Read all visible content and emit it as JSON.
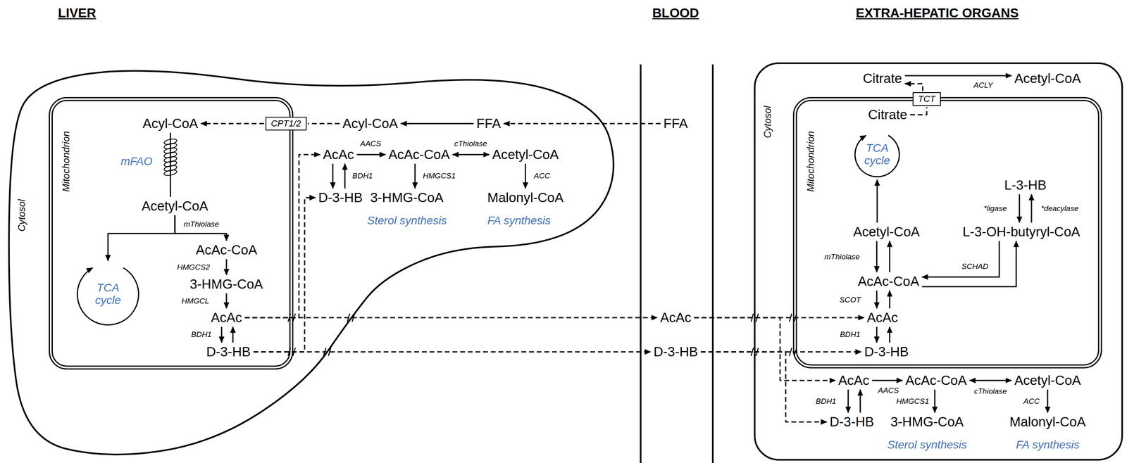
{
  "diagram": {
    "nodes": [
      {
        "text": [
          "LIVER",
          "Cytosol"
        ]
      },
      {
        "text": [
          "Mitochondrion"
        ],
        "in": 0
      },
      {
        "text": [
          "Acyl-CoA"
        ],
        "in": 1
      },
      {
        "text": [
          "Acetyl-CoA"
        ],
        "in": 1
      },
      {
        "text": [
          "TCA cycle"
        ],
        "in": 1
      },
      {
        "text": [
          "AcAc-CoA"
        ],
        "in": 1
      },
      {
        "text": [
          "3-HMG-CoA"
        ],
        "in": 1
      },
      {
        "text": [
          "AcAc"
        ],
        "in": 1
      },
      {
        "text": [
          "D-3-HB"
        ],
        "in": 1
      },
      {
        "text": [
          "CPT1/2"
        ],
        "in": 0
      },
      {
        "text": [
          "Acyl-CoA"
        ],
        "in": 0
      },
      {
        "text": [
          "FFA"
        ],
        "in": 0
      },
      {
        "text": [
          "AcAc"
        ],
        "in": 0
      },
      {
        "text": [
          "AcAc-CoA"
        ],
        "in": 0
      },
      {
        "text": [
          "Acetyl-CoA"
        ],
        "in": 0
      },
      {
        "text": [
          "D-3-HB"
        ],
        "in": 0
      },
      {
        "text": [
          "3-HMG-CoA"
        ],
        "in": 0
      },
      {
        "text": [
          "Malonyl-CoA"
        ],
        "in": 0
      },
      {
        "text": [
          "BLOOD"
        ]
      },
      {
        "text": [
          "FFA"
        ],
        "in": 18
      },
      {
        "text": [
          "AcAc"
        ],
        "in": 18
      },
      {
        "text": [
          "D-3-HB"
        ],
        "in": 18
      },
      {
        "text": [
          "EXTRA-HEPATIC ORGANS",
          "Cytosol"
        ]
      },
      {
        "text": [
          "Citrate"
        ],
        "in": 22
      },
      {
        "text": [
          "Acetyl-CoA"
        ],
        "in": 22
      },
      {
        "text": [
          "Mitochondrion"
        ],
        "in": 22
      },
      {
        "text": [
          "TCT"
        ],
        "in": 22
      },
      {
        "text": [
          "Citrate"
        ],
        "in": 25
      },
      {
        "text": [
          "TCA cycle"
        ],
        "in": 25
      },
      {
        "text": [
          "Acetyl-CoA"
        ],
        "in": 25
      },
      {
        "text": [
          "AcAc-CoA"
        ],
        "in": 25
      },
      {
        "text": [
          "AcAc"
        ],
        "in": 25
      },
      {
        "text": [
          "D-3-HB"
        ],
        "in": 25
      },
      {
        "text": [
          "L-3-HB"
        ],
        "in": 25
      },
      {
        "text": [
          "L-3-OH-butyryl-CoA"
        ],
        "in": 25
      },
      {
        "text": [
          "AcAc"
        ],
        "in": 22
      },
      {
        "text": [
          "AcAc-CoA"
        ],
        "in": 22
      },
      {
        "text": [
          "Acetyl-CoA"
        ],
        "in": 22
      },
      {
        "text": [
          "D-3-HB"
        ],
        "in": 22
      },
      {
        "text": [
          "3-HMG-CoA"
        ],
        "in": 22
      },
      {
        "text": [
          "Malonyl-CoA"
        ],
        "in": 22
      }
    ],
    "edges": [
      {
        "from": 19,
        "to": 11,
        "arrow": "to"
      },
      {
        "from": 11,
        "to": 10,
        "arrow": "to"
      },
      {
        "from": 10,
        "to": 9,
        "arrow": "none"
      },
      {
        "from": 9,
        "to": 2,
        "arrow": "to"
      },
      {
        "from": 2,
        "to": 3,
        "label": "mFAO",
        "arrow": "none"
      },
      {
        "from": 3,
        "to": 4,
        "arrow": "to"
      },
      {
        "from": 3,
        "to": 5,
        "label": "mThiolase",
        "arrow": "to"
      },
      {
        "from": 5,
        "to": 6,
        "label": "HMGCS2",
        "arrow": "to"
      },
      {
        "from": 6,
        "to": 7,
        "label": "HMGCL",
        "arrow": "to"
      },
      {
        "from": 7,
        "to": 8,
        "label": "BDH1",
        "arrow": "to"
      },
      {
        "from": 8,
        "to": 7,
        "arrow": "to"
      },
      {
        "from": 7,
        "to": 20,
        "arrow": "to"
      },
      {
        "from": 8,
        "to": 21,
        "arrow": "to"
      },
      {
        "from": 7,
        "to": 12,
        "arrow": "to"
      },
      {
        "from": 8,
        "to": 15,
        "arrow": "to"
      },
      {
        "from": 12,
        "to": 13,
        "label": "AACS",
        "arrow": "to"
      },
      {
        "from": 13,
        "to": 14,
        "label": "cThiolase",
        "arrow": "both"
      },
      {
        "from": 12,
        "to": 15,
        "label": "BDH1",
        "arrow": "to"
      },
      {
        "from": 15,
        "to": 12,
        "arrow": "to"
      },
      {
        "from": 13,
        "to": 16,
        "label": "HMGCS1",
        "arrow": "to"
      },
      {
        "from": 14,
        "to": 17,
        "label": "ACC",
        "arrow": "to"
      },
      {
        "from": 20,
        "to": 31,
        "arrow": "to"
      },
      {
        "from": 21,
        "to": 32,
        "arrow": "to"
      },
      {
        "from": 20,
        "to": 35,
        "arrow": "to"
      },
      {
        "from": 21,
        "to": 38,
        "arrow": "to"
      },
      {
        "from": 31,
        "to": 32,
        "label": "BDH1",
        "arrow": "to"
      },
      {
        "from": 32,
        "to": 31,
        "arrow": "to"
      },
      {
        "from": 30,
        "to": 31,
        "label": "SCOT",
        "arrow": "to"
      },
      {
        "from": 31,
        "to": 30,
        "arrow": "to"
      },
      {
        "from": 29,
        "to": 30,
        "label": "mThiolase",
        "arrow": "to"
      },
      {
        "from": 30,
        "to": 29,
        "arrow": "to"
      },
      {
        "from": 29,
        "to": 28,
        "arrow": "to"
      },
      {
        "from": 33,
        "to": 34,
        "label": "*ligase",
        "arrow": "to"
      },
      {
        "from": 34,
        "to": 33,
        "label": "*deacylase",
        "arrow": "to"
      },
      {
        "from": 34,
        "to": 30,
        "label": "SCHAD",
        "arrow": "to"
      },
      {
        "from": 30,
        "to": 34,
        "arrow": "to"
      },
      {
        "from": 27,
        "to": 26,
        "arrow": "none"
      },
      {
        "from": 26,
        "to": 23,
        "arrow": "to"
      },
      {
        "from": 23,
        "to": 24,
        "label": "ACLY",
        "arrow": "to"
      },
      {
        "from": 35,
        "to": 36,
        "label": "AACS",
        "arrow": "to"
      },
      {
        "from": 36,
        "to": 37,
        "label": "cThiolase",
        "arrow": "both"
      },
      {
        "from": 35,
        "to": 38,
        "label": "BDH1",
        "arrow": "to"
      },
      {
        "from": 38,
        "to": 35,
        "arrow": "to"
      },
      {
        "from": 36,
        "to": 39,
        "label": "HMGCS1",
        "arrow": "to"
      },
      {
        "from": 37,
        "to": 40,
        "label": "ACC",
        "arrow": "to"
      }
    ],
    "labels": [
      "Sterol synthesis",
      "FA synthesis",
      "Sterol synthesis",
      "FA synthesis"
    ]
  }
}
